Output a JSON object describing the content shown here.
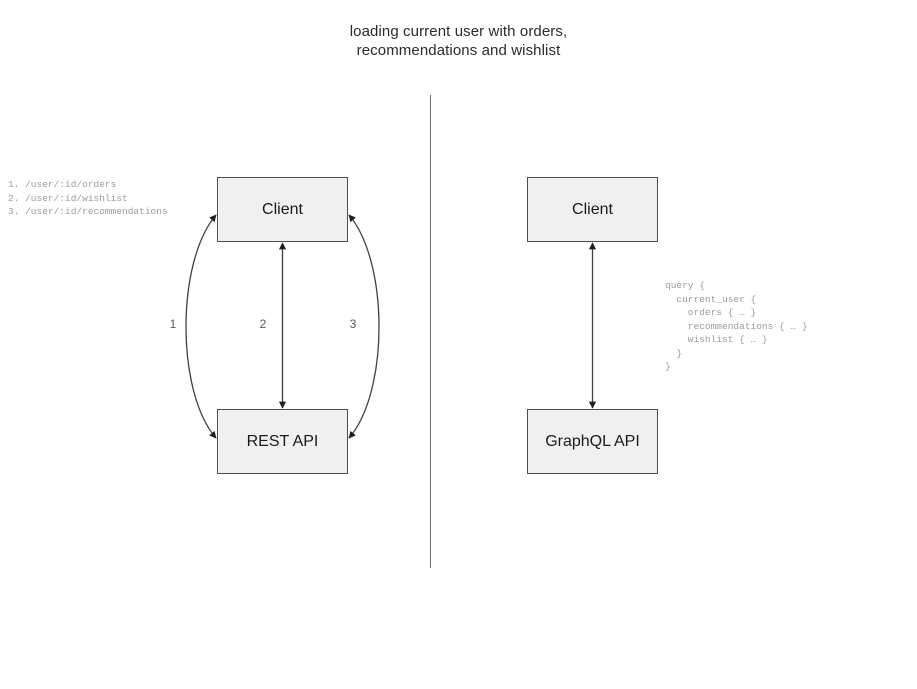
{
  "diagram": {
    "title_line_1": "loading current user with orders,",
    "title_line_2": "recommendations and wishlist",
    "divider": {
      "name": "vertical-divider",
      "color": "#6e6e6e"
    },
    "colors": {
      "node_fill": "#f0f0f0",
      "node_border": "#4d4d4d",
      "edge_stroke": "#404040",
      "title_text": "#2b2b2b",
      "code_text": "#9a9a9a",
      "label_text": "#5a5a5a",
      "background": "#ffffff"
    },
    "left_panel": {
      "name": "rest-api-panel",
      "nodes": {
        "client": "Client",
        "api": "REST API"
      },
      "edges": [
        {
          "id": "1",
          "label": "1",
          "shape": "curve-left",
          "direction": "bidirectional"
        },
        {
          "id": "2",
          "label": "2",
          "shape": "straight",
          "direction": "bidirectional"
        },
        {
          "id": "3",
          "label": "3",
          "shape": "curve-right",
          "direction": "bidirectional"
        }
      ],
      "annotation": "1. /user/:id/orders\n2. /user/:id/wishlist\n3. /user/:id/recommendations"
    },
    "right_panel": {
      "name": "graphql-api-panel",
      "nodes": {
        "client": "Client",
        "api": "GraphQL API"
      },
      "edges": [
        {
          "id": "q",
          "label": "",
          "shape": "straight",
          "direction": "bidirectional"
        }
      ],
      "annotation": "query {\n  current_user {\n    orders { … }\n    recommendations { … }\n    wishlist { … }\n  }\n}"
    }
  }
}
